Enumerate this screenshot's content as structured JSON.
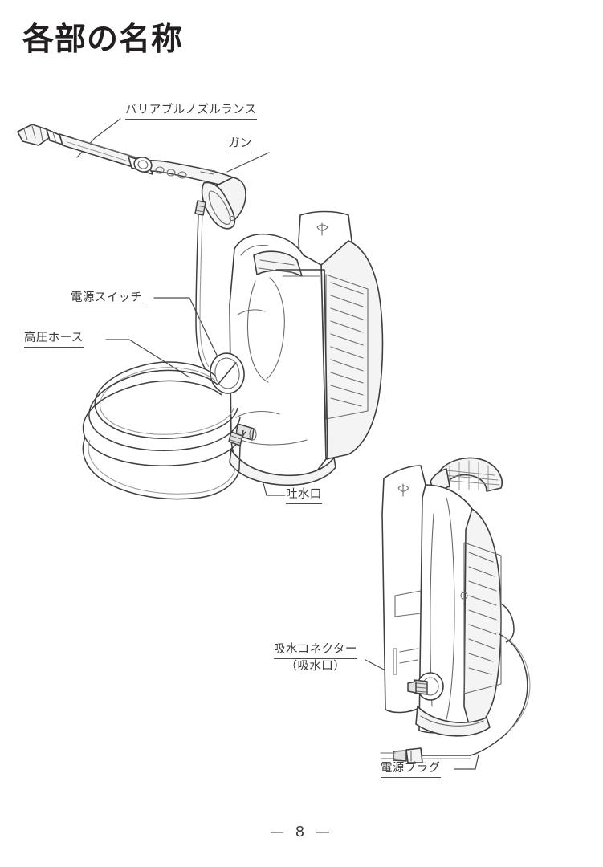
{
  "page": {
    "title": "各部の名称",
    "footer": "— 8 —",
    "page_number": "8",
    "ink_color": "#3a3a3a",
    "line_color": "#4a4a4a",
    "background": "#ffffff"
  },
  "callouts": [
    {
      "id": "lance",
      "label": "バリアブルノズルランス",
      "target": "variable-nozzle-lance"
    },
    {
      "id": "gun",
      "label": "ガン",
      "target": "spray-gun"
    },
    {
      "id": "switch",
      "label": "電源スイッチ",
      "target": "power-switch"
    },
    {
      "id": "hose",
      "label": "高圧ホース",
      "target": "high-pressure-hose"
    },
    {
      "id": "outlet",
      "label": "吐水口",
      "target": "water-outlet"
    },
    {
      "id": "intake",
      "label": "吸水コネクター",
      "sub_label": "（吸水口）",
      "target": "water-intake-connector"
    },
    {
      "id": "plug",
      "label": "電源プラグ",
      "target": "power-plug"
    }
  ],
  "illustration": {
    "figure_1": "pressure-washer-front-view-with-gun-and-hose",
    "figure_2": "pressure-washer-rear-view-with-intake-and-cord"
  }
}
